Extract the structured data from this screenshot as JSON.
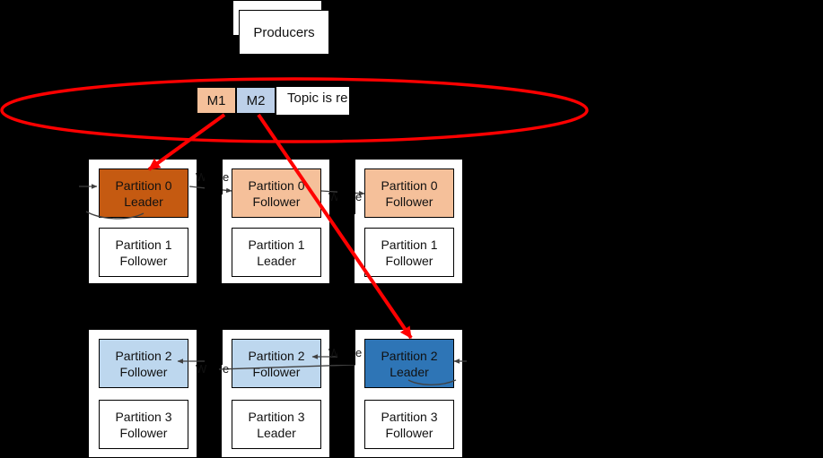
{
  "diagram": {
    "title_entities": {
      "producers_label": "Producers"
    },
    "messages": [
      {
        "id": "m1",
        "label": "M1",
        "color": "#f5c09a"
      },
      {
        "id": "m2",
        "label": "M2",
        "color": "#bdd0e9"
      }
    ],
    "topic_caption": "Topic is re",
    "edge_labels": {
      "write": "W",
      "write_tail": "e"
    },
    "clusters": [
      {
        "name": "broker-1-top",
        "partitions": [
          {
            "title": "Partition 0",
            "role": "Leader",
            "style": "orange-dark"
          },
          {
            "title": "Partition 1",
            "role": "Follower",
            "style": "plain"
          }
        ]
      },
      {
        "name": "broker-2-top",
        "partitions": [
          {
            "title": "Partition 0",
            "role": "Follower",
            "style": "orange-light"
          },
          {
            "title": "Partition 1",
            "role": "Leader",
            "style": "plain"
          }
        ]
      },
      {
        "name": "broker-3-top",
        "partitions": [
          {
            "title": "Partition 0",
            "role": "Follower",
            "style": "orange-light"
          },
          {
            "title": "Partition 1",
            "role": "Follower",
            "style": "plain"
          }
        ]
      },
      {
        "name": "broker-1-bottom",
        "partitions": [
          {
            "title": "Partition 2",
            "role": "Follower",
            "style": "blue-light"
          },
          {
            "title": "Partition 3",
            "role": "Follower",
            "style": "plain"
          }
        ]
      },
      {
        "name": "broker-2-bottom",
        "partitions": [
          {
            "title": "Partition 2",
            "role": "Follower",
            "style": "blue-light"
          },
          {
            "title": "Partition 3",
            "role": "Leader",
            "style": "plain"
          }
        ]
      },
      {
        "name": "broker-3-bottom",
        "partitions": [
          {
            "title": "Partition 2",
            "role": "Leader",
            "style": "blue-dark"
          },
          {
            "title": "Partition 3",
            "role": "Follower",
            "style": "plain"
          }
        ]
      }
    ],
    "annotation": {
      "highlight_color": "#ff0000",
      "shape": "ellipse"
    }
  }
}
